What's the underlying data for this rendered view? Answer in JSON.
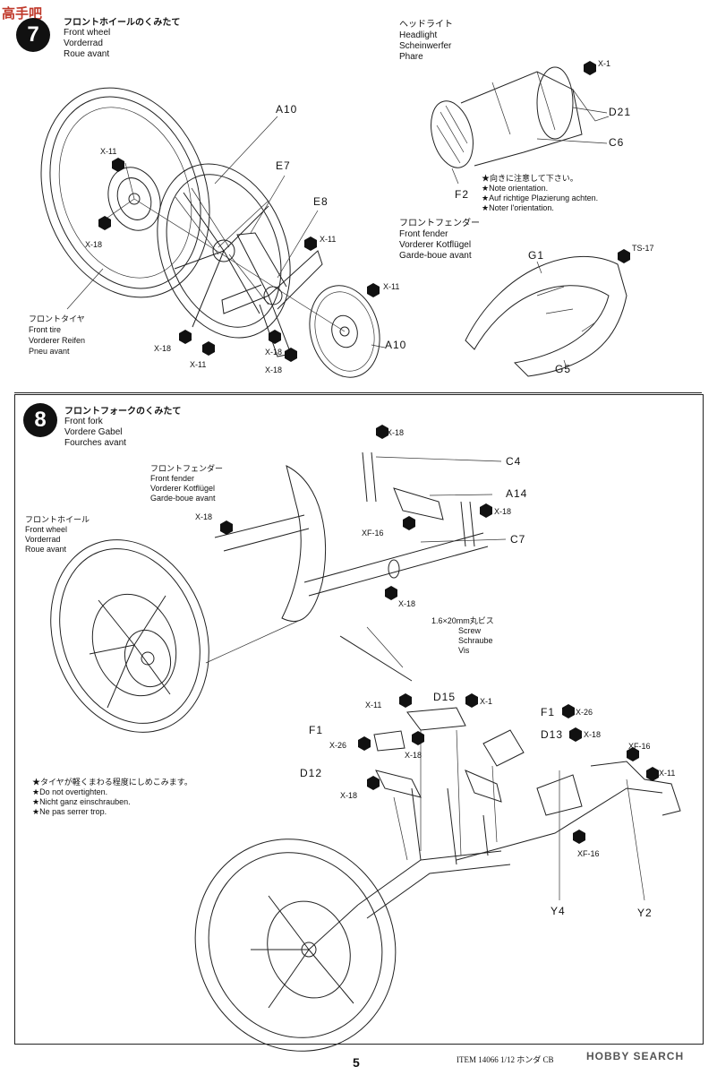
{
  "watermark": "高手吧",
  "step7": {
    "number": "7",
    "title_jp": "フロントホイールのくみたて",
    "title_en": "Front wheel",
    "title_de": "Vorderrad",
    "title_fr": "Roue avant",
    "parts": {
      "a10_top": "A10",
      "e7": "E7",
      "e8": "E8",
      "a10_bottom": "A10",
      "x11_a": "X-11",
      "x18_a": "X-18",
      "x11_b": "X-11",
      "x11_c": "X-11",
      "x18_b": "X-18",
      "x11_d": "X-11",
      "x18_c": "X-18",
      "x18_d": "X-18"
    },
    "tire": {
      "jp": "フロントタイヤ",
      "en": "Front tire",
      "de": "Vorderer Reifen",
      "fr": "Pneu avant"
    },
    "headlight": {
      "jp": "ヘッドライト",
      "en": "Headlight",
      "de": "Scheinwerfer",
      "fr": "Phare",
      "x1": "X-1",
      "d21": "D21",
      "c6": "C6",
      "f2": "F2",
      "note_jp": "★向きに注意して下さい。",
      "note_en": "★Note orientation.",
      "note_de": "★Auf richtige Plazierung achten.",
      "note_fr": "★Noter l'orientation."
    },
    "fender": {
      "jp": "フロントフェンダー",
      "en": "Front fender",
      "de": "Vorderer Kotflügel",
      "fr": "Garde-boue avant",
      "g1": "G1",
      "ts17": "TS-17",
      "g5": "G5"
    }
  },
  "step8": {
    "number": "8",
    "title_jp": "フロントフォークのくみたて",
    "title_en": "Front fork",
    "title_de": "Vordere Gabel",
    "title_fr": "Fourches avant",
    "fender_label": {
      "jp": "フロントフェンダー",
      "en": "Front fender",
      "de": "Vorderer Kotflügel",
      "fr": "Garde-boue avant"
    },
    "wheel_label": {
      "jp": "フロントホイール",
      "en": "Front wheel",
      "de": "Vorderrad",
      "fr": "Roue avant"
    },
    "parts": {
      "x18_top": "X-18",
      "c4": "C4",
      "a14": "A14",
      "x18_mid_r": "X-18",
      "x18_left": "X-18",
      "xf16": "XF-16",
      "c7": "C7",
      "x18_low": "X-18",
      "x11": "X-11",
      "d15": "D15",
      "x1": "X-1",
      "f1_left": "F1",
      "f1_right": "F1",
      "x26_r": "X-26",
      "x26_l": "X-26",
      "x18_f1": "X-18",
      "d13": "D13",
      "x18_d13": "X-18",
      "xf16_b": "XF-16",
      "x11_r": "X-11",
      "d12": "D12",
      "x18_d12": "X-18",
      "xf16_c": "XF-16",
      "y4": "Y4",
      "y2": "Y2"
    },
    "screw": {
      "size": "1.6×20mm丸ビス",
      "en": "Screw",
      "de": "Schraube",
      "fr": "Vis"
    },
    "note": {
      "jp": "★タイヤが軽くまわる程度にしめこみます。",
      "en": "★Do not overtighten.",
      "de": "★Nicht ganz einschrauben.",
      "fr": "★Ne pas serrer trop."
    }
  },
  "footer": {
    "page": "5",
    "item": "ITEM 14066  1/12 ホンダ CB",
    "site": "HOBBY SEARCH"
  }
}
